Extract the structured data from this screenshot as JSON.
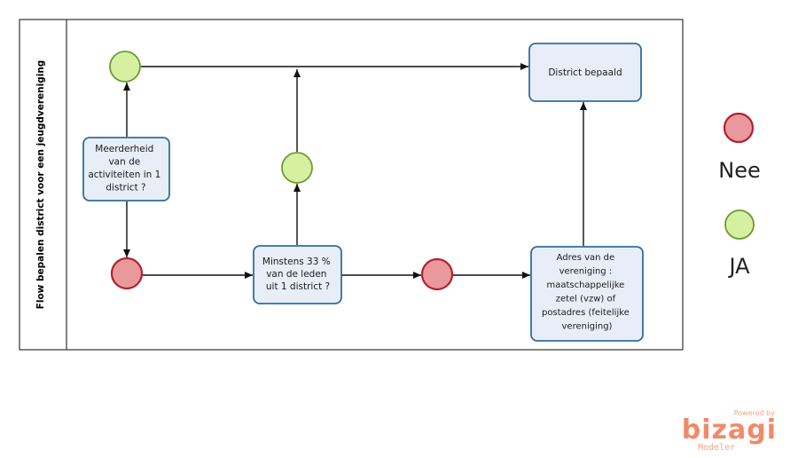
{
  "pool": {
    "title": "Flow bepalen district voor een jeugdvereniging"
  },
  "tasks": {
    "district_bepaald": [
      "District bepaald"
    ],
    "meerderheid": [
      "Meerderheid",
      "van de",
      "activiteiten in 1",
      "district ?"
    ],
    "minstens": [
      "Minstens 33 %",
      "van de leden",
      "uit 1 district ?"
    ],
    "adres": [
      "Adres van de",
      "vereniging   :",
      "maatschappelijke",
      "zetel (vzw) of",
      "postadres (feitelijke",
      "vereniging)"
    ]
  },
  "legend": {
    "nee_label": "Nee",
    "ja_label": "JA"
  },
  "branding": {
    "powered_by": "Powered by",
    "name": "bizagi",
    "product": "Modeler"
  },
  "colors": {
    "task_fill": "#e8eef8",
    "task_stroke": "#2f6ea1",
    "green_fill": "#d6f0a2",
    "green_stroke": "#6a9c2e",
    "red_fill": "#e9999c",
    "red_stroke": "#b2222c",
    "flow_line": "#111111",
    "brand_orange": "#f08a6a",
    "brand_light": "#f4a58a"
  }
}
